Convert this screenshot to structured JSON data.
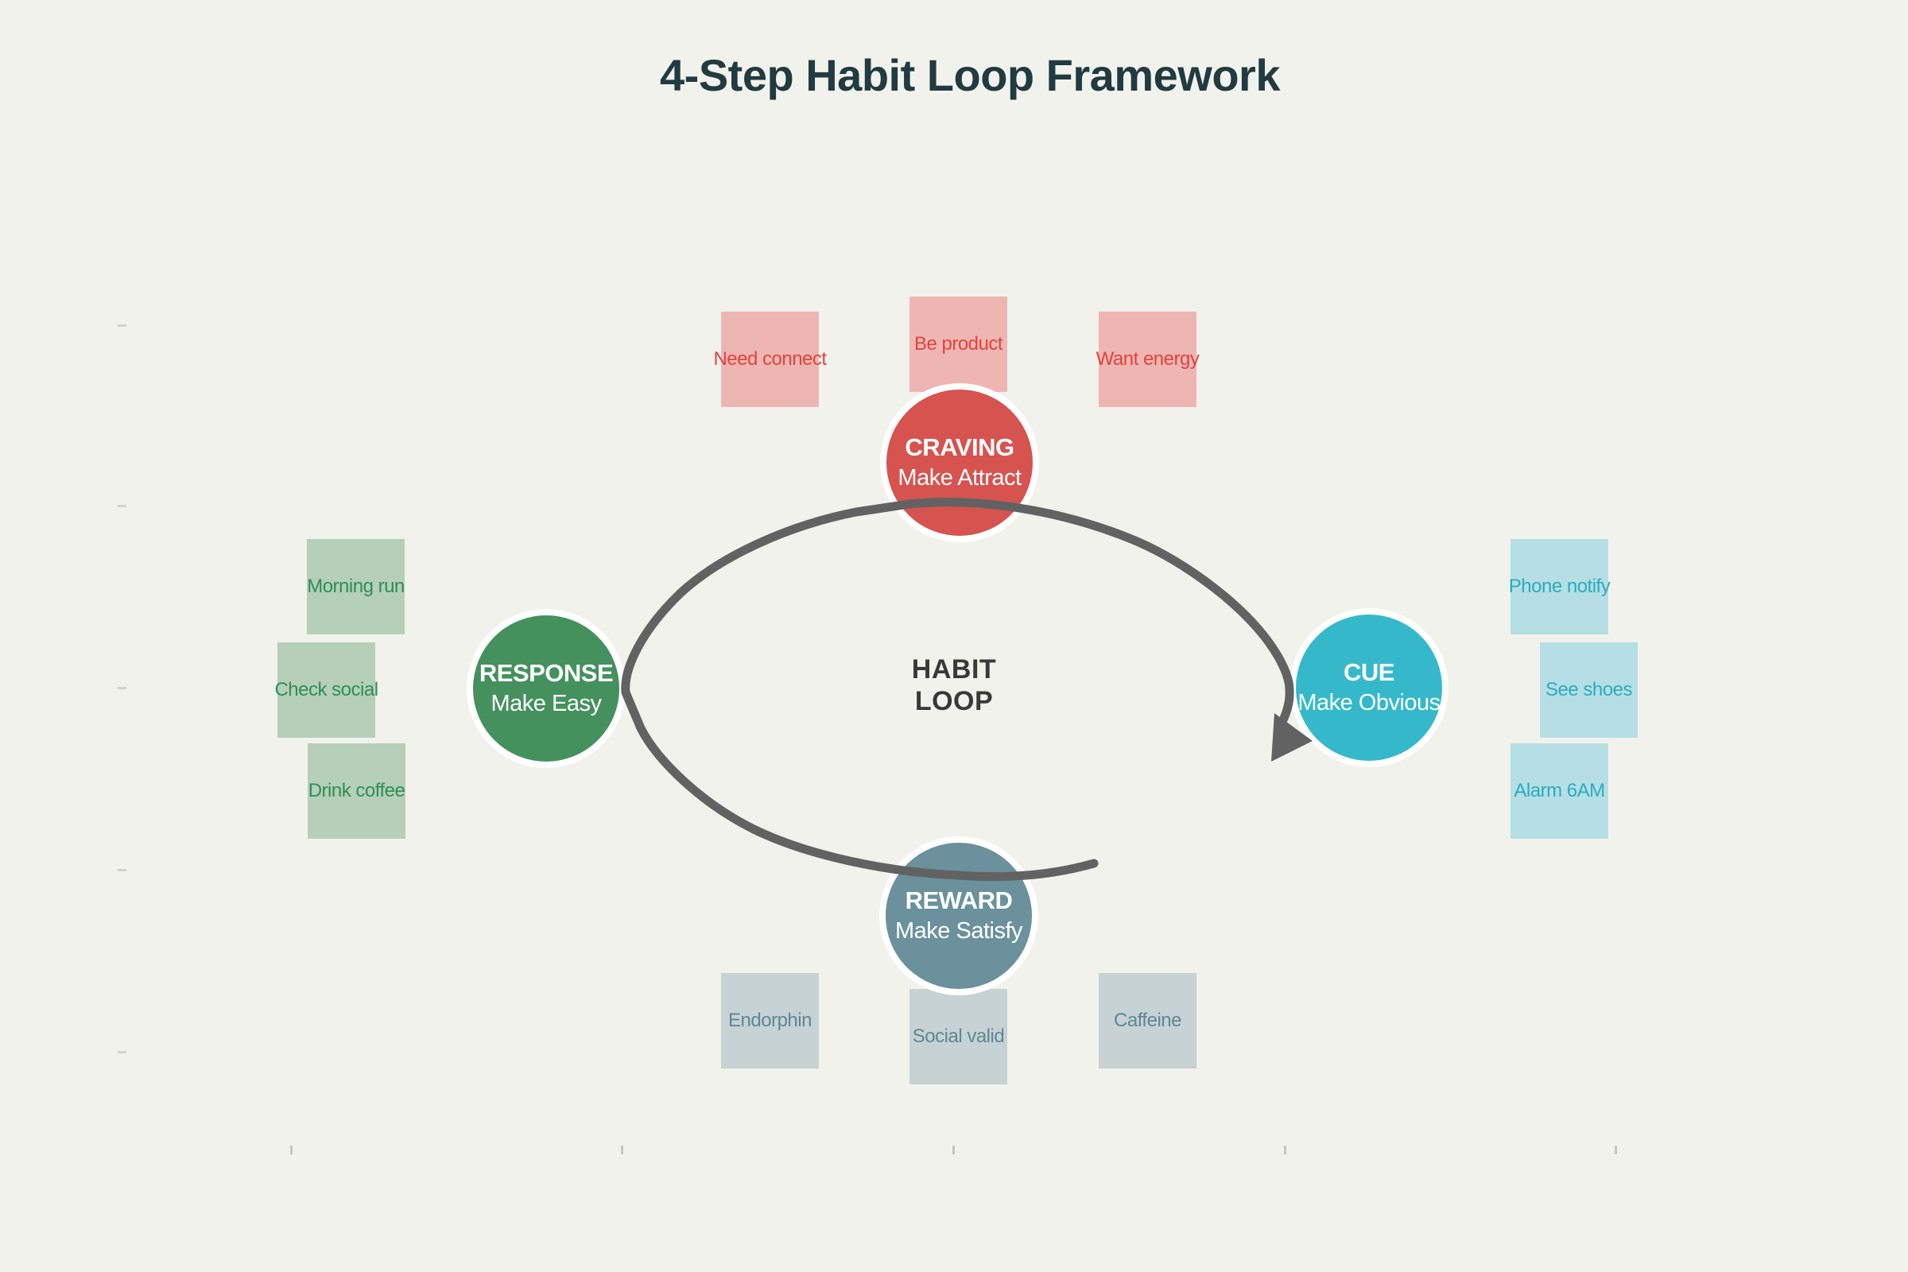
{
  "title": "4-Step Habit Loop Framework",
  "center_label": {
    "line1": "HABIT",
    "line2": "LOOP"
  },
  "colors": {
    "background": "#f2f2ec",
    "title": "#203b41",
    "center_label": "#393939",
    "loop_arrow": "#626262",
    "y_tick": "#d3d3cd",
    "x_tick": "#c6c6c1",
    "circle_ring": "#ffffff"
  },
  "steps": [
    {
      "key": "craving",
      "label": "CRAVING",
      "sublabel": "Make Attract",
      "circle_color": "#d6534f",
      "note_fill": "#eeb6b3",
      "note_text_color": "#e0433e",
      "notes": [
        "Need connect",
        "Be product",
        "Want energy"
      ]
    },
    {
      "key": "cue",
      "label": "CUE",
      "sublabel": "Make Obvious",
      "circle_color": "#35b9ca",
      "note_fill": "#b5dfe4",
      "note_text_color": "#2cabc0",
      "notes": [
        "Phone notify",
        "See shoes",
        "Alarm 6AM"
      ]
    },
    {
      "key": "response",
      "label": "RESPONSE",
      "sublabel": "Make Easy",
      "circle_color": "#44915e",
      "note_fill": "#b5cfb8",
      "note_text_color": "#2e8f58",
      "notes": [
        "Morning run",
        "Check social",
        "Drink coffee"
      ]
    },
    {
      "key": "reward",
      "label": "REWARD",
      "sublabel": "Make Satisfy",
      "circle_color": "#6b919d",
      "note_fill": "#c6d2d4",
      "note_text_color": "#5f8795",
      "notes": [
        "Endorphin",
        "Social valid",
        "Caffeine"
      ]
    }
  ]
}
